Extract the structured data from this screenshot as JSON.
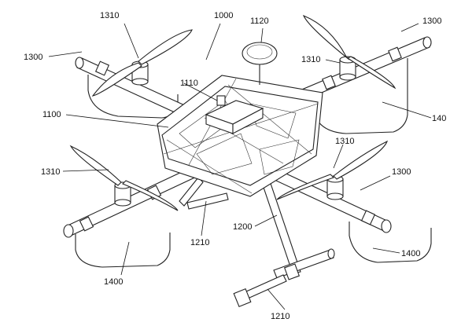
{
  "labels": {
    "l1310_tl": "1310",
    "l1000": "1000",
    "l1120": "1120",
    "l1300_tr": "1300",
    "l1300_tl": "1300",
    "l1310_tr": "1310",
    "l1110": "1110",
    "l140": "140",
    "l1100": "1100",
    "l1310_mr": "1310",
    "l1310_ml": "1310",
    "l1300_mr": "1300",
    "l1200": "1200",
    "l1210_mid": "1210",
    "l1400_r": "1400",
    "l1400_l": "1400",
    "l1210_bot": "1210"
  },
  "colors": {
    "line": "#222222",
    "background": "#ffffff"
  }
}
